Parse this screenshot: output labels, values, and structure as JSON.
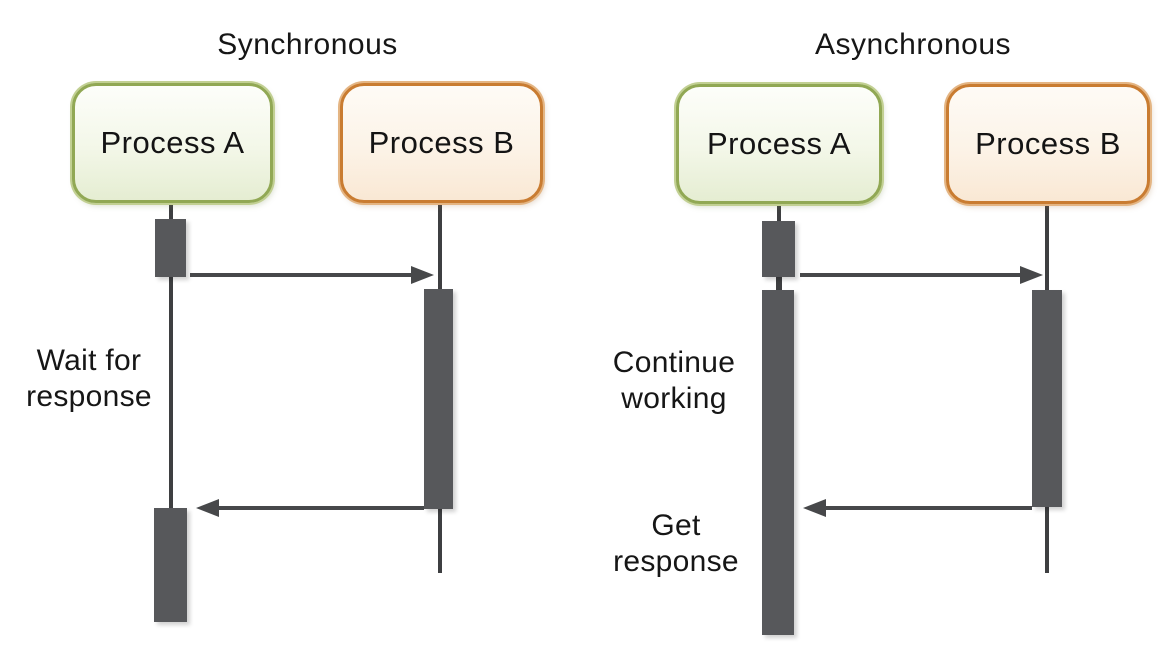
{
  "colors": {
    "background": "#ffffff",
    "actor_green_border": "#91a854",
    "actor_green_fill": "#e5edd2",
    "actor_orange_border": "#c97c31",
    "actor_orange_fill": "#f9e8d4",
    "activation_bar": "#57585b",
    "line": "#47484a",
    "text": "#161616"
  },
  "synchronous": {
    "title": "Synchronous",
    "process_a_label": "Process A",
    "process_b_label": "Process B",
    "wait_annotation": "Wait for\nresponse",
    "call_arrow": "request from Process A to Process B",
    "return_arrow": "response from Process B to Process A"
  },
  "asynchronous": {
    "title": "Asynchronous",
    "process_a_label": "Process A",
    "process_b_label": "Process B",
    "continue_annotation": "Continue\nworking",
    "get_annotation": "Get\nresponse",
    "call_arrow": "request from Process A to Process B",
    "return_arrow": "response from Process B to Process A"
  }
}
